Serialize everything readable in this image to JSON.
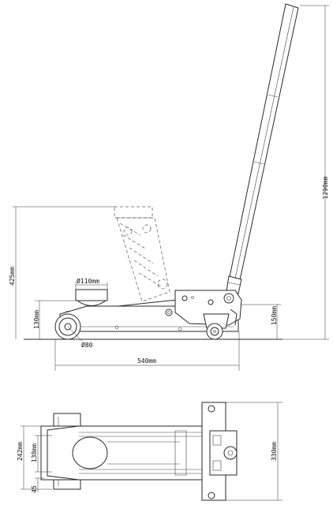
{
  "dimensions": {
    "handle_height": "1290mm",
    "max_lift_height": "425mm",
    "saddle_diameter": "Ø110mm",
    "min_height": "130mm",
    "chassis_height": "150mm",
    "front_wheel_diameter": "Ø80",
    "length": "540mm",
    "rear_width_a": "242mm",
    "rear_width_b": "138mm",
    "front_gap": "45",
    "overall_width": "330mm"
  }
}
